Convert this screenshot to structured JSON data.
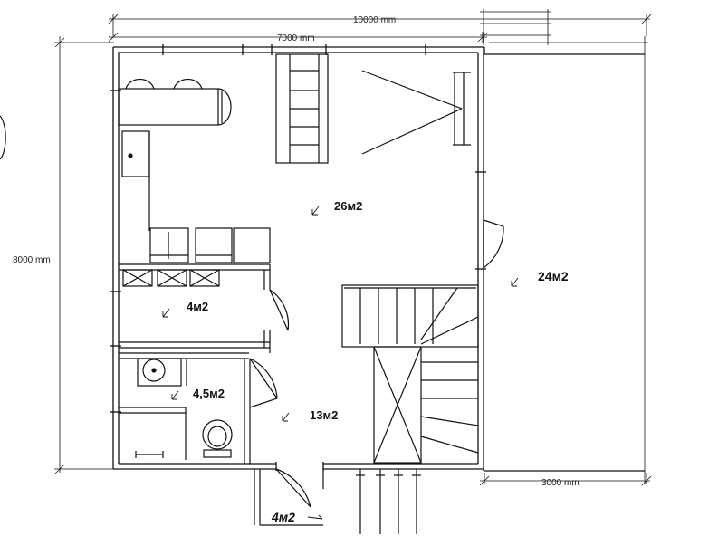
{
  "dimensions": {
    "total_width": "10000 mm",
    "house_width": "7000 mm",
    "height": "8000 mm",
    "terrace_width": "3000 mm"
  },
  "rooms": {
    "main_hall": "26м2",
    "terrace": "24м2",
    "storage": "4м2",
    "bathroom": "4,5м2",
    "hallway": "13м2",
    "porch": "4м2"
  }
}
